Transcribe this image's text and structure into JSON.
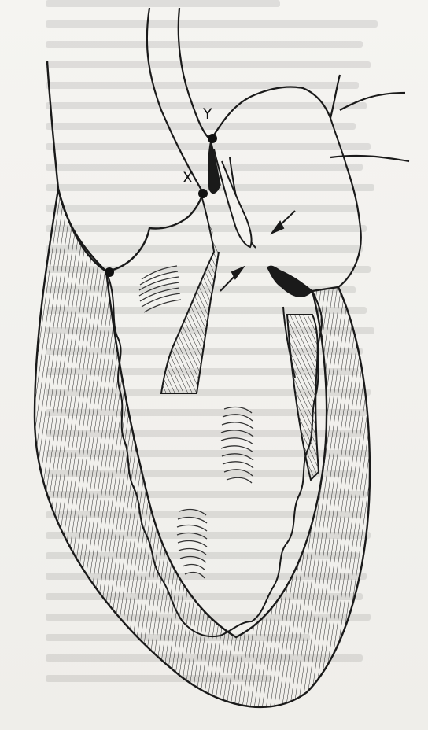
{
  "labels": {
    "x": "X",
    "y": "Y"
  },
  "colors": {
    "ink": "#1a1a1a",
    "paper": "#f3f2ef",
    "hatch": "#2b2b2b"
  },
  "icons": {
    "label_node": "filled-dot",
    "flow_arrow": "arrow"
  }
}
